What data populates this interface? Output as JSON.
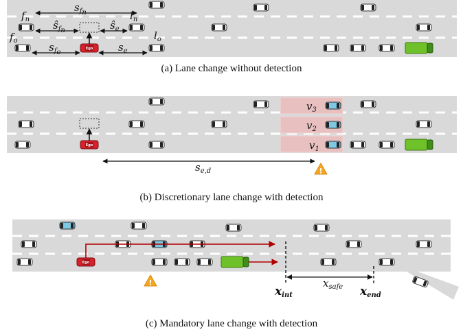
{
  "panels": [
    {
      "caption": "(a) Lane change without detection",
      "labels": {
        "s_fn": "s",
        "s_fn_sub": "f",
        "s_fn_subsub": "n",
        "f_n": "f",
        "f_n_sub": "n",
        "l_n": "l",
        "l_n_sub": "n",
        "s_hat_fn": "ŝ",
        "s_hat_fn_sub": "f",
        "s_hat_fn_subsub": "n",
        "s_hat_e": "ŝ",
        "s_hat_e_sub": "e",
        "l_o": "l",
        "l_o_sub": "o",
        "f_o": "f",
        "f_o_sub": "o",
        "s_fo": "s",
        "s_fo_sub": "f",
        "s_fo_subsub": "o",
        "s_e": "s",
        "s_e_sub": "e"
      }
    },
    {
      "caption": "(b) Discretionary lane change with detection",
      "labels": {
        "v3": "v",
        "v3_sub": "3",
        "v2": "v",
        "v2_sub": "2",
        "v1": "v",
        "v1_sub": "1",
        "s_ed": "s",
        "s_ed_sub": "e,d"
      }
    },
    {
      "caption": "(c) Mandatory lane change with detection",
      "labels": {
        "x_int": "x",
        "x_int_sub": "int",
        "x_safe": "x",
        "x_safe_sub": "safe",
        "x_end": "x",
        "x_end_sub": "end"
      }
    }
  ],
  "ego_label": "Ego",
  "warning_symbol": "!",
  "colors": {
    "road": "#d9d9d9",
    "lane_marking": "#ffffff",
    "ego_car": "#d6202a",
    "truck": "#6fc12a",
    "detected_car": "#7ec8e3",
    "detection_zone": "#e8c0c0",
    "trajectory": "#b00000",
    "warning": "#f5a623"
  }
}
